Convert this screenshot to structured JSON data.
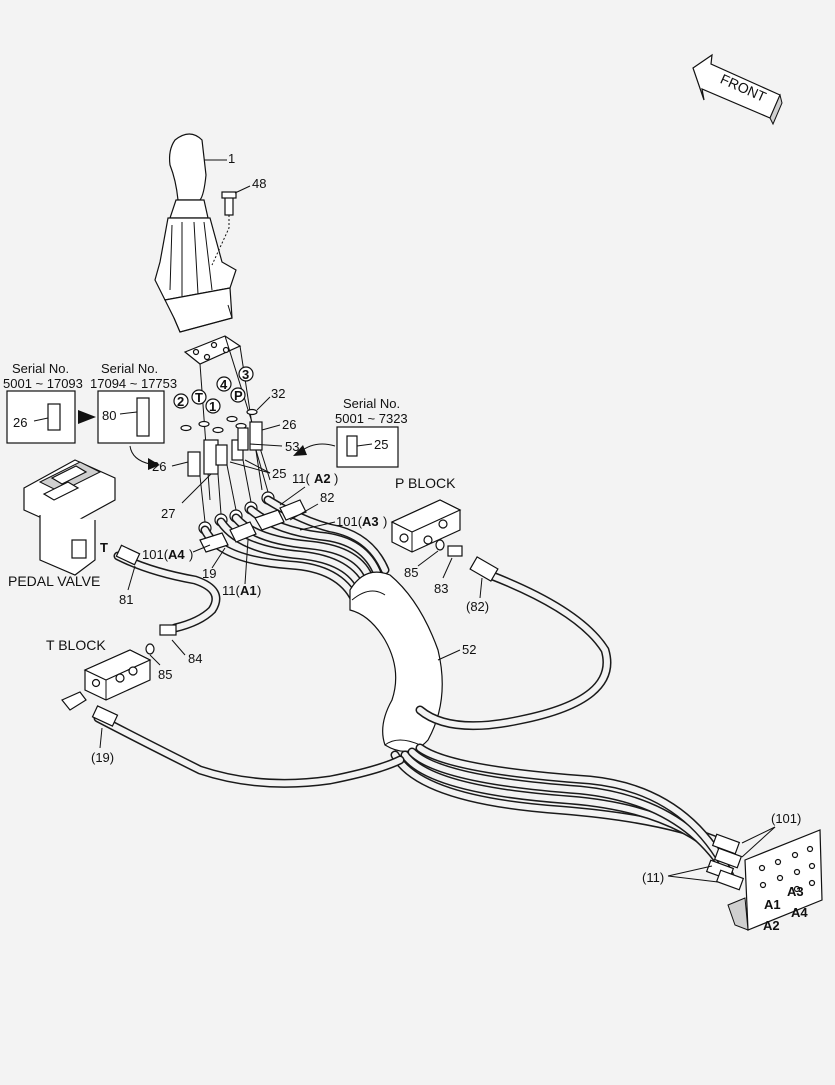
{
  "labels": {
    "front": "FRONT",
    "n1": "1",
    "n48": "48",
    "serial_a_title": "Serial No.",
    "serial_a_range": "5001 ~ 17093",
    "serial_b_title": "Serial No.",
    "serial_b_range": "17094 ~ 17753",
    "serial_c_title": "Serial No.",
    "serial_c_range": "5001 ~ 7323",
    "n26_box": "26",
    "n80": "80",
    "n25_box": "25",
    "n32": "32",
    "n26a": "26",
    "n53": "53",
    "n25": "25",
    "n26b": "26",
    "n27": "27",
    "port2": "2",
    "portT": "T",
    "port1": "1",
    "port4": "4",
    "portP": "P",
    "port3": "3",
    "n11_a2": "11(",
    "a2": "A2",
    "n11_a2_close": ")",
    "n82": "82",
    "n101_a3": "101(",
    "a3": "A3",
    "n101_a3_close": ")",
    "n101_a4": "101(",
    "a4": "A4",
    "n101_a4_close": ")",
    "n19": "19",
    "n11_a1": "11(",
    "a1": "A1",
    "n11_a1_close": ")",
    "p_block": "P BLOCK",
    "n85_p": "85",
    "n83": "83",
    "n82_paren": "(82)",
    "t_port": "T",
    "pedal_valve": "PEDAL VALVE",
    "n81": "81",
    "t_block": "T BLOCK",
    "n84": "84",
    "n85_t": "85",
    "n52": "52",
    "n19_paren": "(19)",
    "n101_paren": "(101)",
    "n11_paren": "(11)",
    "plate_a1": "A1",
    "plate_a2": "A2",
    "plate_a3": "A3",
    "plate_a4": "A4"
  }
}
